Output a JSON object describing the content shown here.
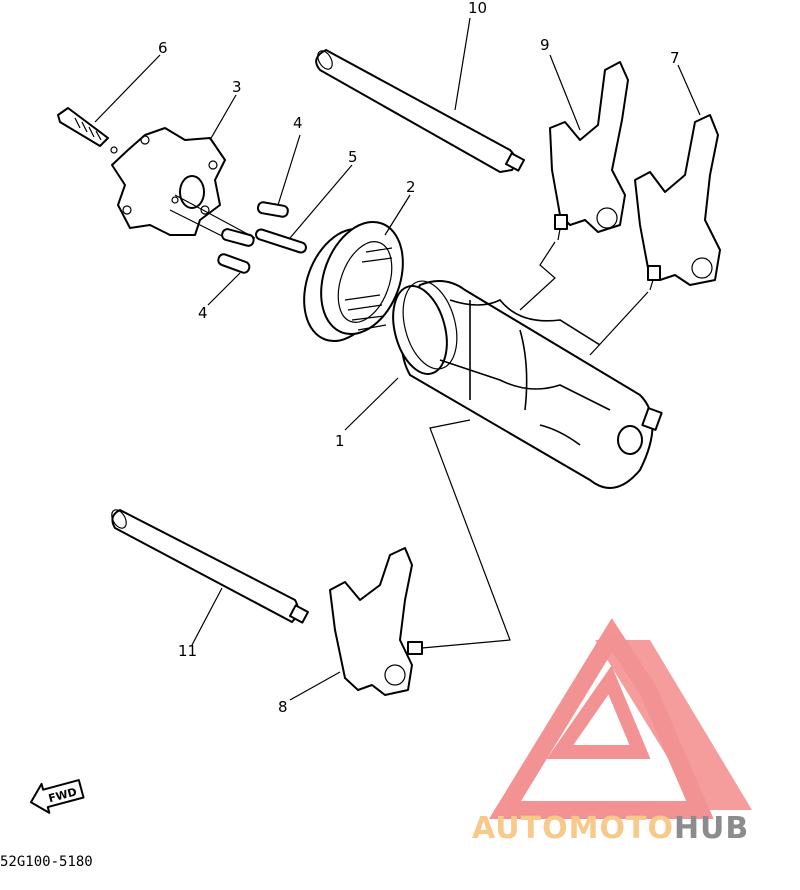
{
  "callouts": [
    {
      "id": "10",
      "label": "10"
    },
    {
      "id": "9",
      "label": "9"
    },
    {
      "id": "7",
      "label": "7"
    },
    {
      "id": "6",
      "label": "6"
    },
    {
      "id": "3",
      "label": "3"
    },
    {
      "id": "4a",
      "label": "4"
    },
    {
      "id": "5",
      "label": "5"
    },
    {
      "id": "2",
      "label": "2"
    },
    {
      "id": "4b",
      "label": "4"
    },
    {
      "id": "1",
      "label": "1"
    },
    {
      "id": "11",
      "label": "11"
    },
    {
      "id": "8",
      "label": "8"
    }
  ],
  "fwd_label": "FWD",
  "diagram_code": "52G100-5180",
  "watermark": {
    "part1": "AUTOMOTO",
    "part2": "HUB",
    "color_red": "#f28080",
    "color_orange": "#f7c98a",
    "color_grey": "#8c8c8c"
  }
}
